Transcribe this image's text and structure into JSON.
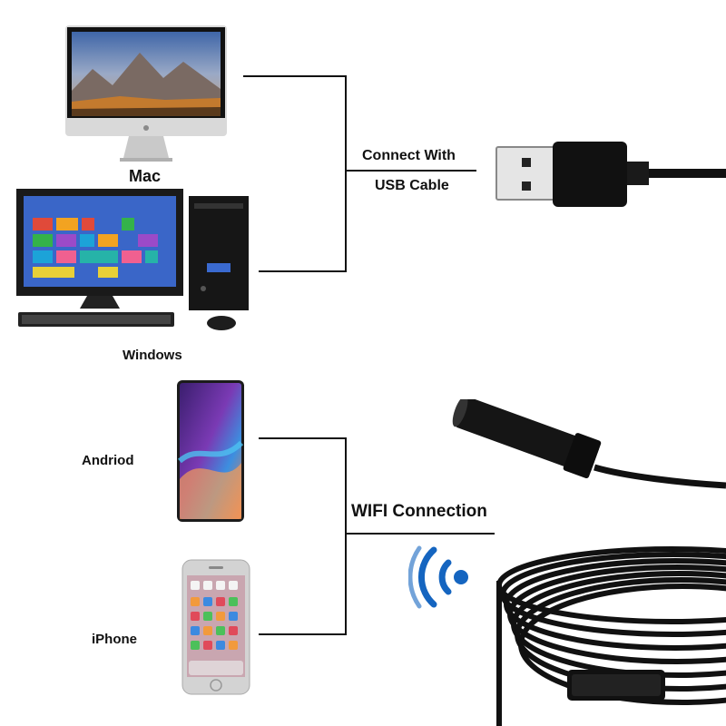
{
  "devices": {
    "mac": {
      "label": "Mac",
      "icon": "imac-icon"
    },
    "windows": {
      "label": "Windows",
      "icon": "desktop-pc-icon"
    },
    "android": {
      "label": "Andriod",
      "icon": "android-phone-icon"
    },
    "iphone": {
      "label": "iPhone",
      "icon": "iphone-icon"
    }
  },
  "connections": {
    "usb": {
      "line1": "Connect With",
      "line2": "USB Cable",
      "icon": "usb-plug-icon"
    },
    "wifi": {
      "label": "WIFI Connection",
      "icon": "wifi-signal-icon"
    }
  },
  "product": {
    "icon": "endoscope-camera-icon"
  },
  "colors": {
    "wifi": "#1565c0",
    "line": "#111111"
  }
}
